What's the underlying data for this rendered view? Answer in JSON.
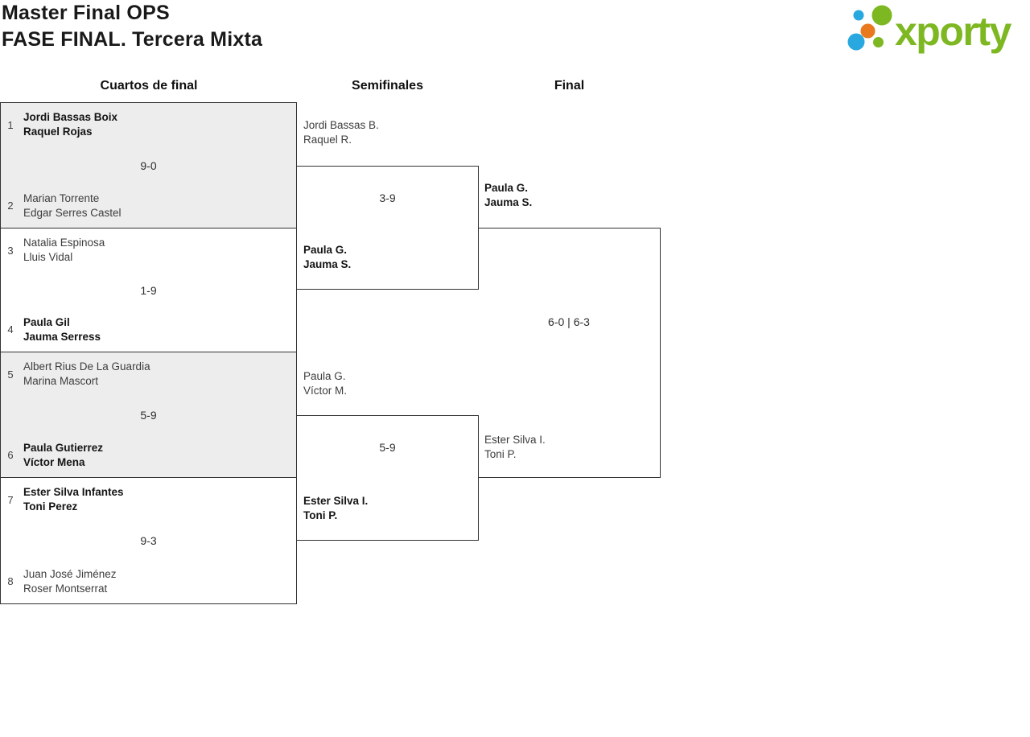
{
  "header": {
    "title_line1": "Master Final OPS",
    "title_line2": "FASE FINAL. Tercera Mixta",
    "logo_text": "xporty"
  },
  "colors": {
    "logo_green": "#7db722",
    "logo_blue": "#29a8e0",
    "logo_orange": "#e8791e",
    "match_alt_bg": "#ededed",
    "border": "#323232"
  },
  "columns": [
    {
      "label": "Cuartos de final"
    },
    {
      "label": "Semifinales"
    },
    {
      "label": "Final"
    }
  ],
  "qf": [
    {
      "seed_top": "1",
      "team_top": [
        "Jordi Bassas Boix",
        "Raquel Rojas"
      ],
      "top_winner": true,
      "score": "9-0",
      "seed_bottom": "2",
      "team_bottom": [
        "Marian Torrente",
        "Edgar Serres Castel"
      ],
      "bottom_winner": false
    },
    {
      "seed_top": "3",
      "team_top": [
        "Natalia Espinosa",
        "Lluis Vidal"
      ],
      "top_winner": false,
      "score": "1-9",
      "seed_bottom": "4",
      "team_bottom": [
        "Paula Gil",
        "Jauma Serress"
      ],
      "bottom_winner": true
    },
    {
      "seed_top": "5",
      "team_top": [
        "Albert Rius De La Guardia",
        "Marina Mascort"
      ],
      "top_winner": false,
      "score": "5-9",
      "seed_bottom": "6",
      "team_bottom": [
        "Paula Gutierrez",
        "Víctor Mena"
      ],
      "bottom_winner": true
    },
    {
      "seed_top": "7",
      "team_top": [
        "Ester Silva Infantes",
        "Toni Perez"
      ],
      "top_winner": true,
      "score": "9-3",
      "seed_bottom": "8",
      "team_bottom": [
        "Juan José Jiménez",
        "Roser Montserrat"
      ],
      "bottom_winner": false
    }
  ],
  "sf": [
    {
      "team_top": [
        "Jordi Bassas B.",
        "Raquel R."
      ],
      "top_winner": false,
      "score": "3-9",
      "team_bottom": [
        "Paula G.",
        "Jauma S."
      ],
      "bottom_winner": true
    },
    {
      "team_top": [
        "Paula G.",
        "Víctor M."
      ],
      "top_winner": false,
      "score": "5-9",
      "team_bottom": [
        "Ester Silva I.",
        "Toni P."
      ],
      "bottom_winner": true
    }
  ],
  "final": [
    {
      "team_top": [
        "Paula G.",
        "Jauma S."
      ],
      "top_winner": true,
      "score": "6-0 | 6-3",
      "team_bottom": [
        "Ester Silva I.",
        "Toni P."
      ],
      "bottom_winner": false
    }
  ]
}
